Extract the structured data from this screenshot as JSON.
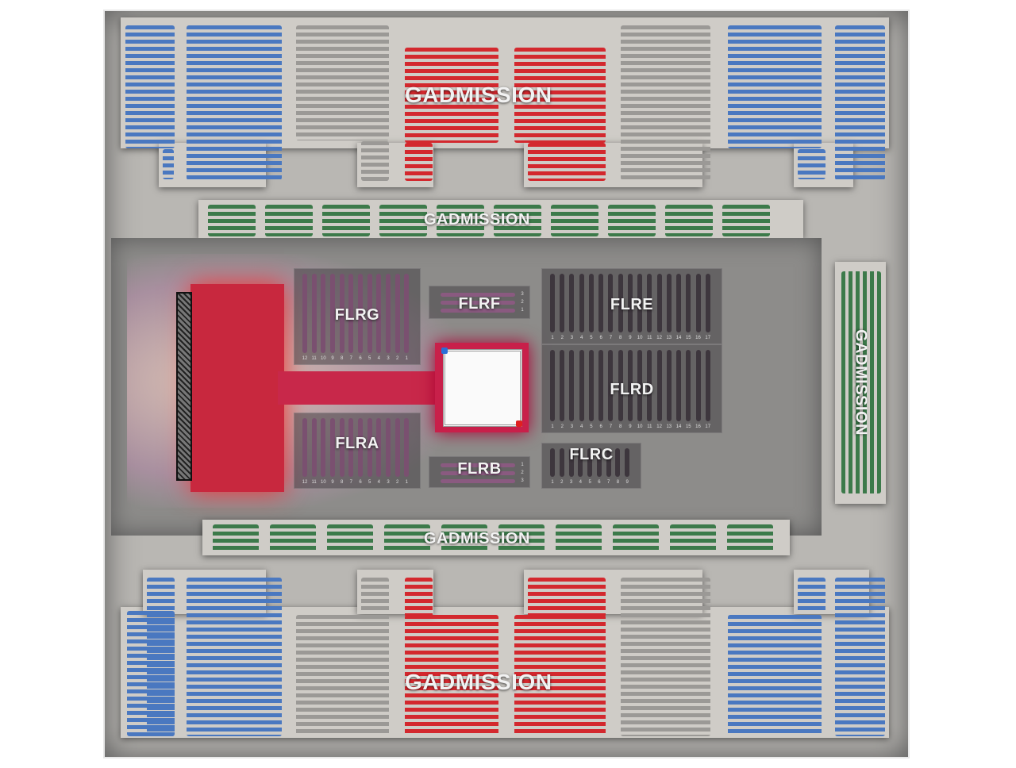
{
  "colors": {
    "blue": "#4a78c0",
    "red": "#d3282e",
    "gray": "#9b9996",
    "green": "#3c7a4a",
    "floor_row": "#3d363d",
    "ring": "#c8204a"
  },
  "labels": {
    "top": "GADMISSION",
    "bottom": "GADMISSION",
    "upper_band": "GADMISSION",
    "lower_band": "GADMISSION",
    "right_band": "GADMISSION"
  },
  "floor_sections": [
    {
      "name": "FLRG",
      "rows": [
        "12",
        "11",
        "10",
        "9",
        "8",
        "7",
        "6",
        "5",
        "4",
        "3",
        "2",
        "1"
      ]
    },
    {
      "name": "FLRF",
      "rows": [
        "3",
        "2",
        "1"
      ]
    },
    {
      "name": "FLRE",
      "rows": [
        "1",
        "2",
        "3",
        "4",
        "5",
        "6",
        "7",
        "8",
        "9",
        "10",
        "11",
        "12",
        "13",
        "14",
        "15",
        "16",
        "17"
      ]
    },
    {
      "name": "FLRD",
      "rows": [
        "1",
        "2",
        "3",
        "4",
        "5",
        "6",
        "7",
        "8",
        "9",
        "10",
        "11",
        "12",
        "13",
        "14",
        "15",
        "16",
        "17"
      ]
    },
    {
      "name": "FLRA",
      "rows": [
        "12",
        "11",
        "10",
        "9",
        "8",
        "7",
        "6",
        "5",
        "4",
        "3",
        "2",
        "1"
      ]
    },
    {
      "name": "FLRB",
      "rows": [
        "1",
        "2",
        "3"
      ]
    },
    {
      "name": "FLRC",
      "rows": [
        "1",
        "2",
        "3",
        "4",
        "5",
        "6",
        "7",
        "8",
        "9"
      ]
    }
  ]
}
